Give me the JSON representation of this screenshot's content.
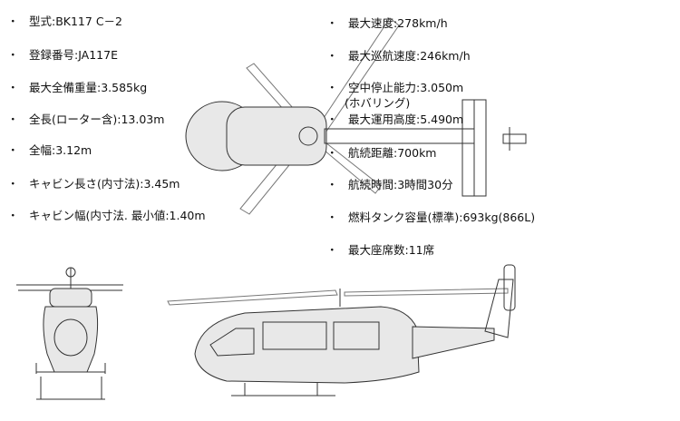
{
  "bullet": "・",
  "specs_left": [
    {
      "label": "型式:BK117 C－2"
    },
    {
      "label": "登録番号:JA117E"
    },
    {
      "label": "最大全備重量:3.585kg"
    },
    {
      "label": "全長(ローター含):13.03m"
    },
    {
      "label": "全幅:3.12m"
    },
    {
      "label": "キャビン長さ(内寸法):3.45m"
    },
    {
      "label": "キャビン幅(内寸法. 最小値:1.40m"
    }
  ],
  "specs_right": [
    {
      "label": "最大速度:278km/h"
    },
    {
      "label": "最大巡航速度:246km/h"
    },
    {
      "label": "空中停止能力:3.050m",
      "sub": "(ホバリング)"
    },
    {
      "label": "最大運用高度:5.490m"
    },
    {
      "label": "航続距離:700km"
    },
    {
      "label": "航続時間:3時間30分"
    },
    {
      "label": "燃料タンク容量(標準):693kg(866L)"
    },
    {
      "label": "最大座席数:11席"
    }
  ]
}
